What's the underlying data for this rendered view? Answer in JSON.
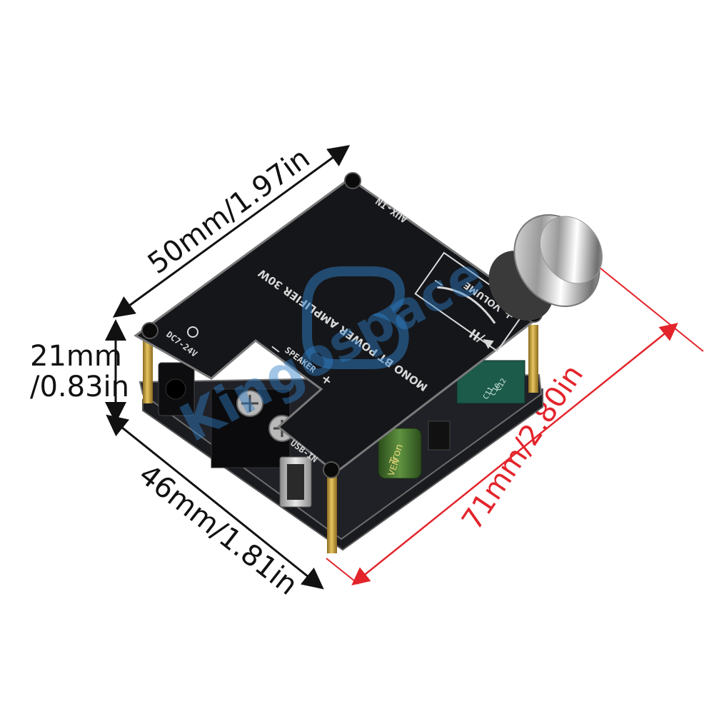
{
  "dimensions": {
    "width_top": "50mm/1.97in",
    "height_left_line1": "21mm",
    "height_left_line2": "/0.83in",
    "depth_bottom": "46mm/1.81in",
    "length_right": "71mm/2.80in"
  },
  "board": {
    "title": "MONO BT POWER AMPLIFIER 30W",
    "aux_label": "AUX-IN",
    "volume_label": "VOLUME",
    "volume_plus": "+",
    "volume_minus": "—",
    "play_pause_symbol": "▶/II",
    "power_label": "DC7-24V",
    "speaker_label": "SPEAKER",
    "speaker_minus": "—",
    "speaker_plus": "+",
    "usb_label": "USB-IN",
    "capacitor_text": "Tron",
    "capacitor_text2": "VEN",
    "pcb_labels": [
      "C10",
      "C11",
      "C12"
    ]
  },
  "watermark": {
    "text": "Kingospace"
  },
  "colors": {
    "dimension_black": "#111111",
    "dimension_red": "#e3242b",
    "board_black": "#15161a",
    "silkscreen": "#d8d8d8",
    "brass": "#c9a23a",
    "watermark_blue": "#2f7fc8",
    "capacitor_green": "#3d6b2a"
  }
}
